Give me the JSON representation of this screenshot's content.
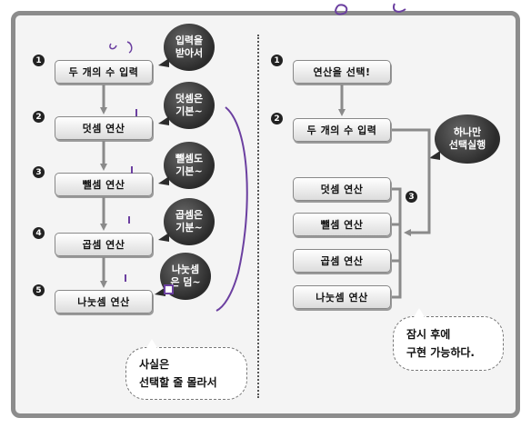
{
  "left": {
    "steps": [
      {
        "number": "1",
        "label": "두 개의 수 입력"
      },
      {
        "number": "2",
        "label": "덧셈 연산"
      },
      {
        "number": "3",
        "label": "뺄셈 연산"
      },
      {
        "number": "4",
        "label": "곱셈 연산"
      },
      {
        "number": "5",
        "label": "나눗셈 연산"
      }
    ],
    "bubbles": [
      {
        "line1": "입력을",
        "line2": "받아서"
      },
      {
        "line1": "덧셈은",
        "line2": "기본~"
      },
      {
        "line1": "뺄셈도",
        "line2": "기본~"
      },
      {
        "line1": "곱셈은",
        "line2": "기분~"
      },
      {
        "line1": "나눗셈",
        "line2": "은 덤~"
      }
    ],
    "note": {
      "line1": "사실은",
      "line2": "선택할 줄 몰라서"
    }
  },
  "right": {
    "steps": [
      {
        "number": "1",
        "label": "연산을 선택!"
      },
      {
        "number": "2",
        "label": "두 개의 수 입력"
      }
    ],
    "options": [
      {
        "label": "덧셈 연산"
      },
      {
        "label": "뺄셈 연산"
      },
      {
        "label": "곱셈 연산"
      },
      {
        "label": "나눗셈 연산"
      }
    ],
    "branch_number": "3",
    "bubble": {
      "line1": "하나만",
      "line2": "선택실행"
    },
    "note": {
      "line1": "잠시 후에",
      "line2": "구현 가능하다."
    }
  },
  "colors": {
    "panel_border": "#8c8c8c",
    "box_bg": "#e8e8e8",
    "bubble": "#2b2b2b",
    "arrow": "#8a8a8a",
    "annotation": "#6b3fa0"
  }
}
